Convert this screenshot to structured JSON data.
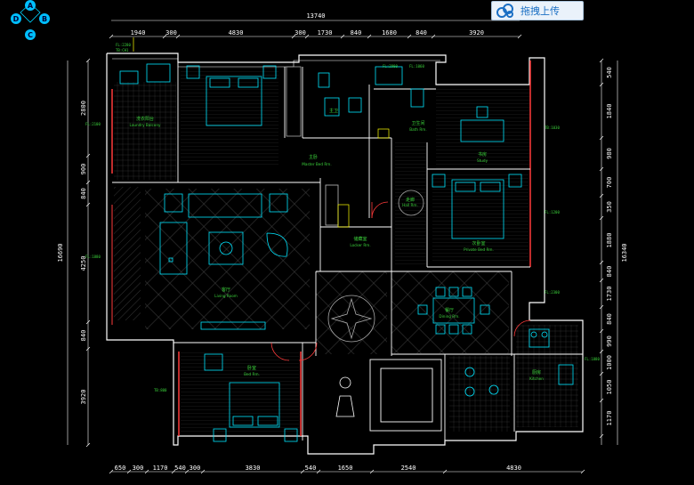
{
  "toolbar": {
    "upload_label": "拖拽上传"
  },
  "nav_cube": {
    "top": "A",
    "left": "D",
    "right": "B",
    "bottom": "C"
  },
  "dims": {
    "top_total": "13740",
    "top": [
      "1940",
      "300",
      "4830",
      "300",
      "1730",
      "840",
      "1680",
      "840",
      "3920"
    ],
    "bottom": [
      "650",
      "300",
      "1170",
      "540",
      "300",
      "3830",
      "540",
      "1650",
      "2540",
      "4830"
    ],
    "left_total": "16690",
    "left": [
      "2800",
      "900",
      "840",
      "4250",
      "840",
      "3920"
    ],
    "right_total": "16340",
    "right": [
      "540",
      "1840",
      "980",
      "700",
      "350",
      "1880",
      "840",
      "1730",
      "840",
      "990",
      "1000",
      "1050",
      "1170"
    ]
  },
  "rooms": [
    {
      "cn": "洗衣阳台",
      "en": "Laundry Balcony"
    },
    {
      "cn": "主卧",
      "en": "Master Bed Rm."
    },
    {
      "cn": "主卫",
      "en": ""
    },
    {
      "cn": "卫生间",
      "en": "Bath Rm."
    },
    {
      "cn": "书房",
      "en": "Study"
    },
    {
      "cn": "走廊",
      "en": "Hall Rm."
    },
    {
      "cn": "次卧室",
      "en": "Private Bed Rm."
    },
    {
      "cn": "客厅",
      "en": "Living Room"
    },
    {
      "cn": "储藏室",
      "en": "Locker Rm."
    },
    {
      "cn": "餐厅",
      "en": "Dining Rm."
    },
    {
      "cn": "卧室",
      "en": "Bed Rm."
    },
    {
      "cn": "厨房",
      "en": "Kitchen"
    }
  ],
  "tags": [
    "FL:2280",
    "TB:CH1",
    "FL:2100",
    "FL:1880",
    "FL:2900",
    "FL:1060",
    "TB:1030",
    "FL:1200",
    "FL:2300",
    "TB:800"
  ],
  "colors": {
    "wall": "#ffffff",
    "furniture": "#00e5ff",
    "text": "#3bd23b",
    "door": "#ff3b3b",
    "accent": "#ffff00",
    "nav": "#00d2ff"
  }
}
